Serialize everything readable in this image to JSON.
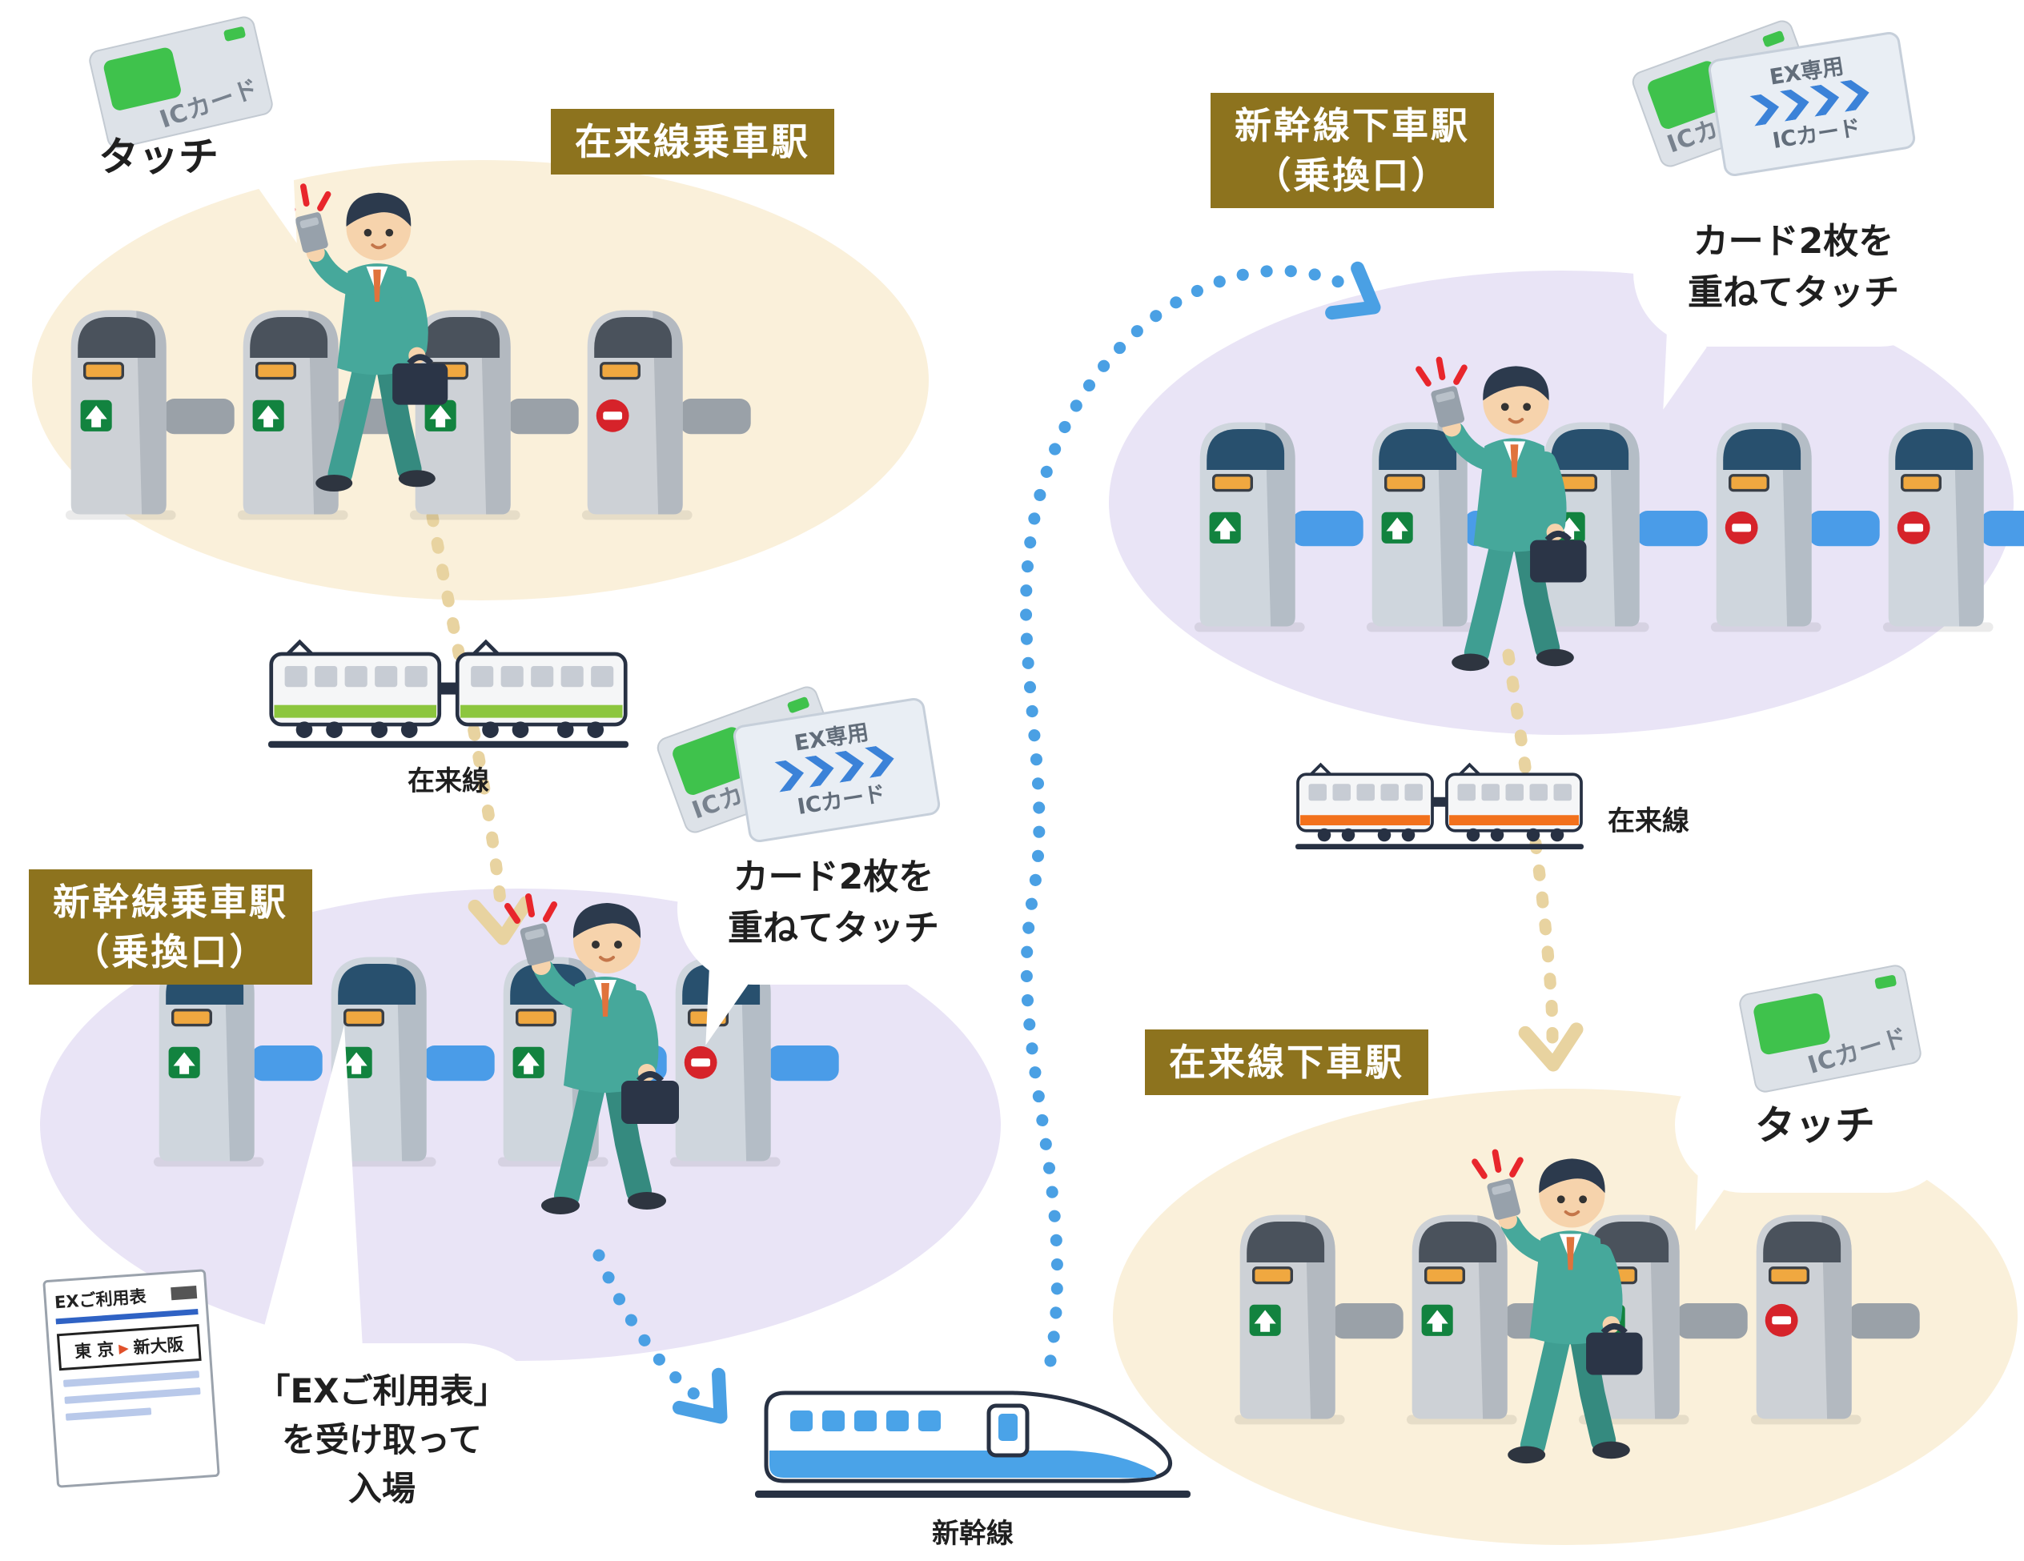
{
  "scene_local_board": {
    "label": "在来線乗車駅",
    "bubble_text": "タッチ"
  },
  "scene_shink_board": {
    "label_line1": "新幹線乗車駅",
    "label_line2": "（乗換口）",
    "bubble_line1": "カード2枚を",
    "bubble_line2": "重ねてタッチ"
  },
  "scene_shink_exit": {
    "label_line1": "新幹線下車駅",
    "label_line2": "（乗換口）",
    "bubble_line1": "カード2枚を",
    "bubble_line2": "重ねてタッチ"
  },
  "scene_local_exit": {
    "label": "在来線下車駅",
    "bubble_text": "タッチ"
  },
  "cards": {
    "ic_label": "ICカード",
    "ic_label_partial": "ICカ",
    "ex_top": "EX専用",
    "ex_bottom": "ICカード"
  },
  "receipt": {
    "title": "EXご利用表",
    "from": "東 京",
    "arrow": "▶",
    "to": "新大阪",
    "bubble_line1": "「EXご利用表」",
    "bubble_line2": "を受け取って",
    "bubble_line3": "入場"
  },
  "trains": {
    "local_board_label": "在来線",
    "shinkansen_label": "新幹線",
    "local_exit_label": "在来線"
  },
  "icons": {
    "gate_open_badge": "up-arrow",
    "gate_closed_badge": "no-entry",
    "touch_effect": "red-spark-lines",
    "ex_card_marks": "blue-chevrons"
  },
  "colors": {
    "label_bg": "#8d731e",
    "cream_ellipse": "#faf0da",
    "lavender_ellipse": "#e9e4f6",
    "flow_blue": "#4aa0e4",
    "flow_tan": "#e8d3a0",
    "suit_teal": "#46a89b",
    "ic_green": "#3fc24c",
    "ex_blue": "#3b82d8"
  }
}
